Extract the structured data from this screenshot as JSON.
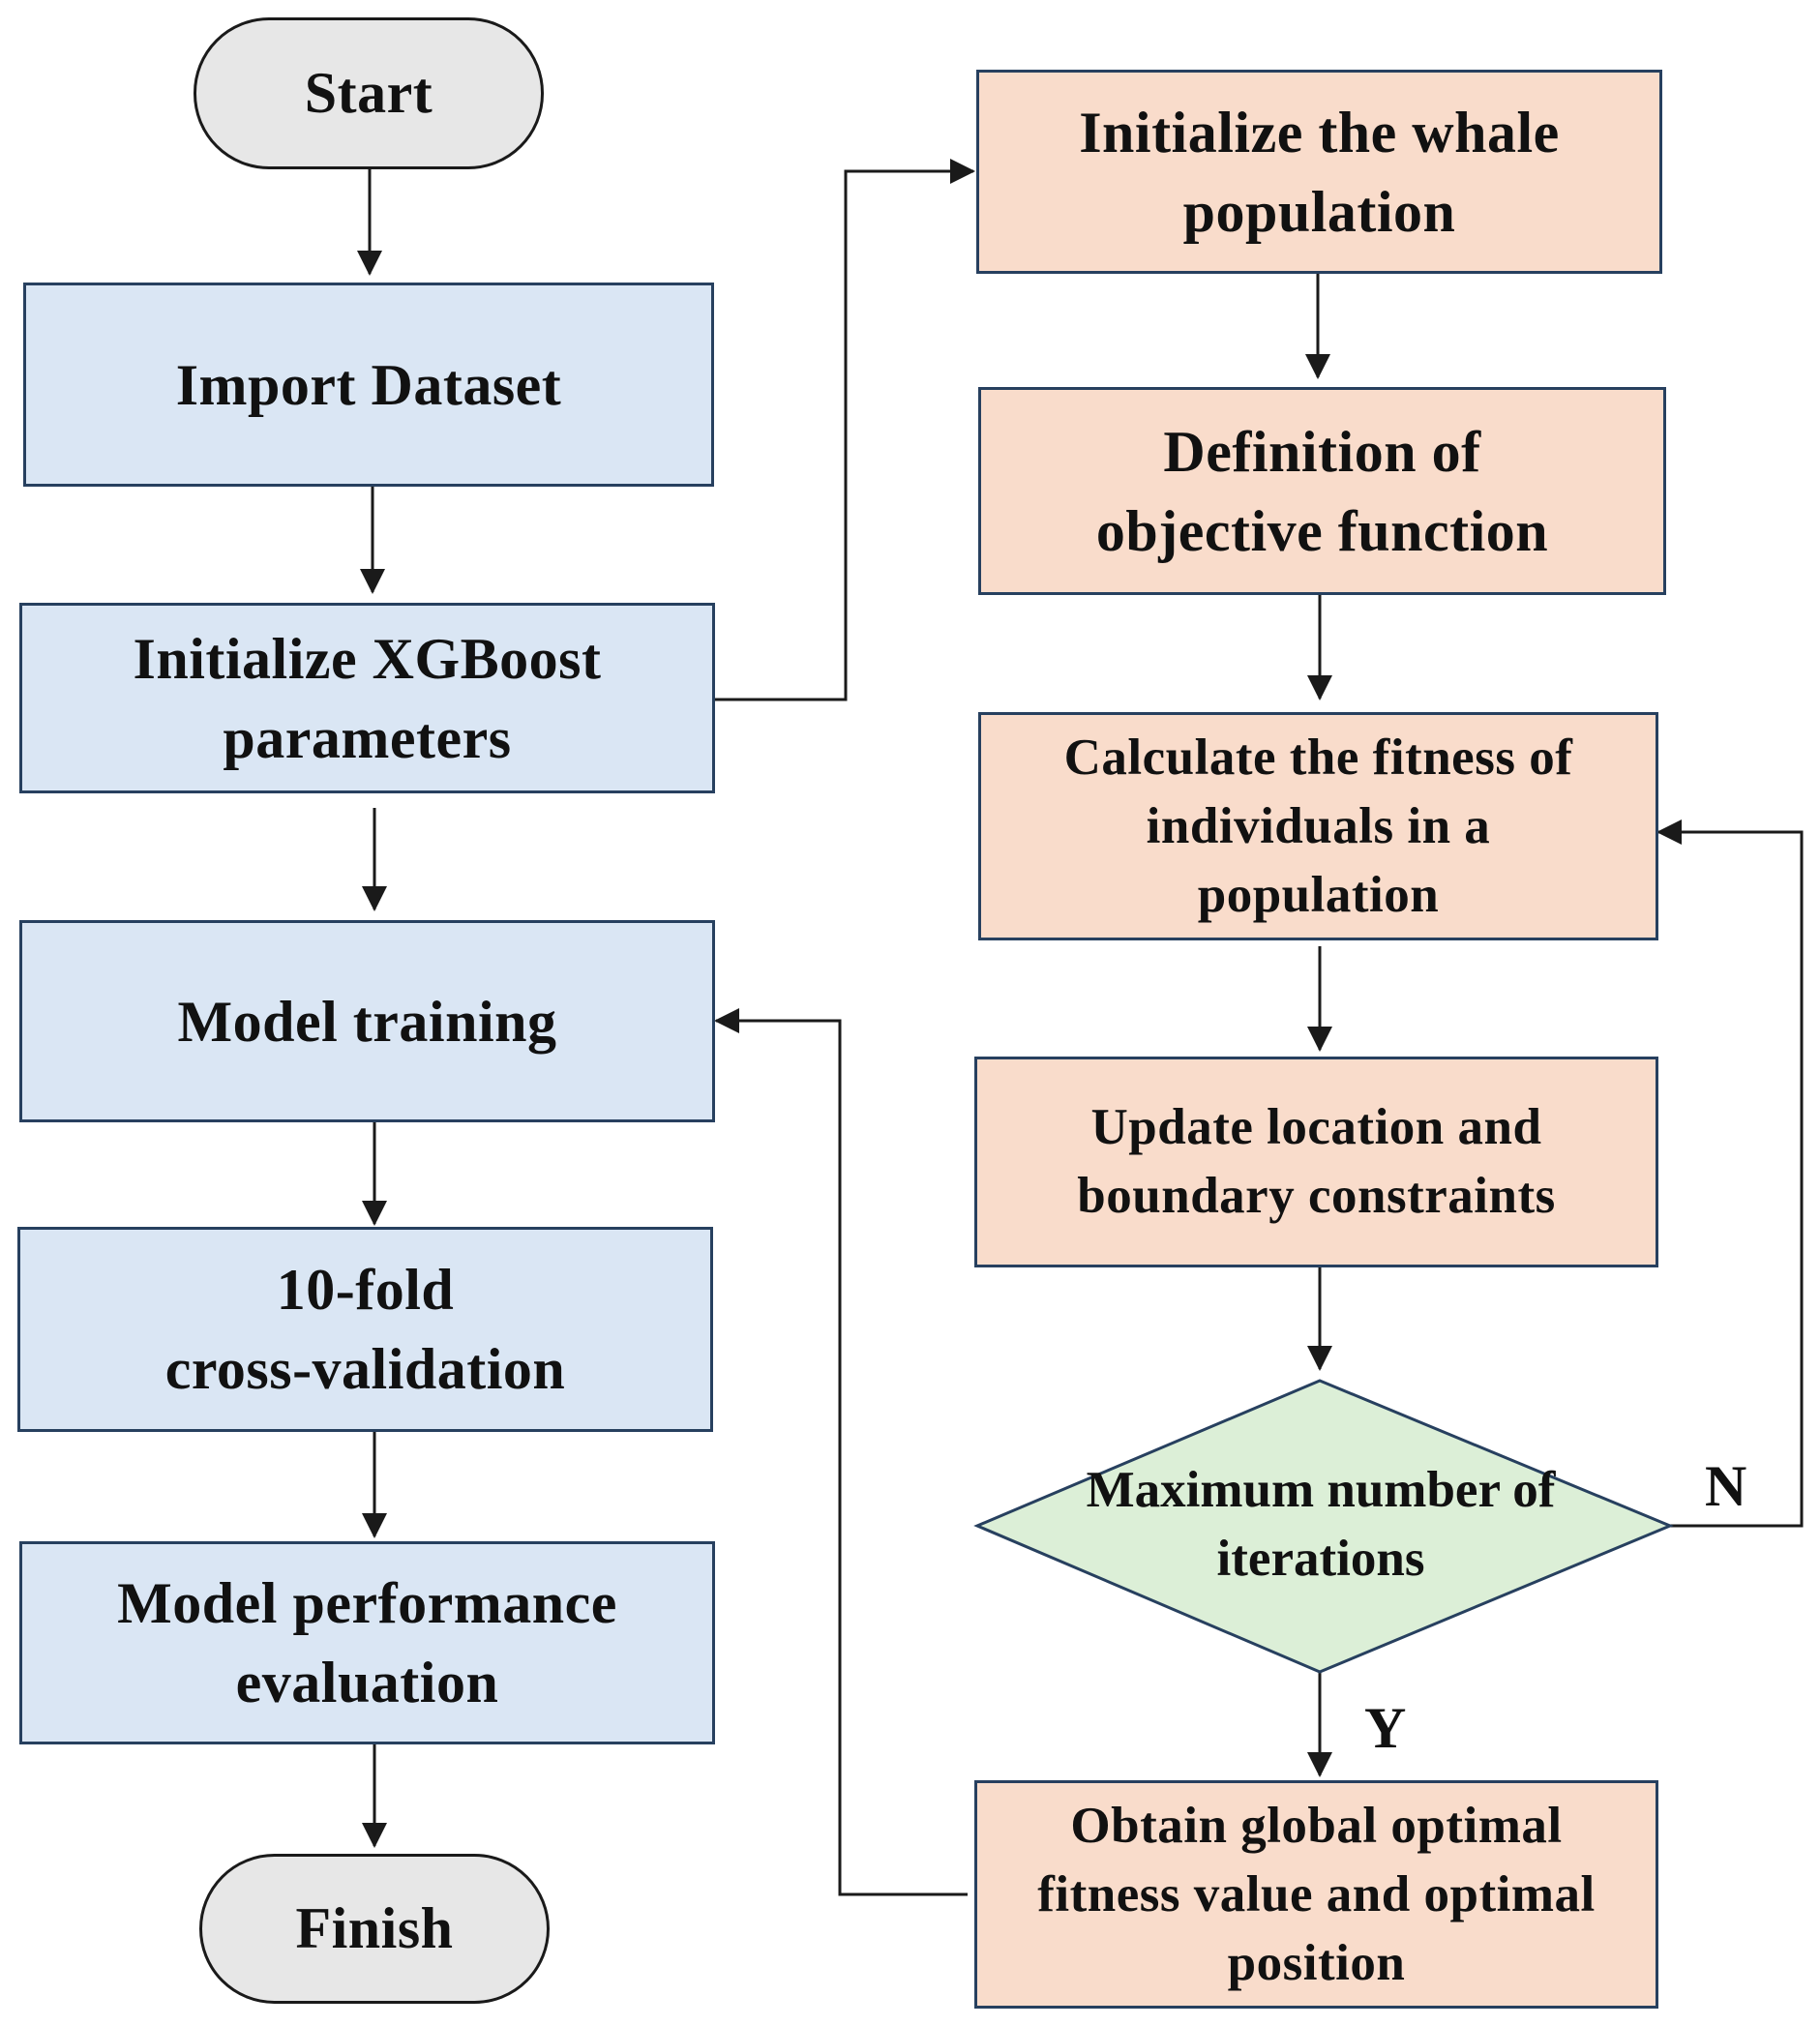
{
  "nodes": {
    "start": "Start",
    "import_dataset": "Import Dataset",
    "init_xgboost": "Initialize XGBoost\nparameters",
    "model_training": "Model training",
    "cross_validation": "10-fold\ncross-validation",
    "performance_evaluation": "Model performance\nevaluation",
    "finish": "Finish",
    "init_whale": "Initialize the whale\npopulation",
    "objective_function": "Definition of\nobjective function",
    "calc_fitness": "Calculate the fitness of\nindividuals in a\npopulation",
    "update_location": "Update location and\nboundary constraints",
    "max_iterations": "Maximum number of\niterations",
    "obtain_optimal": "Obtain global optimal\nfitness value and optimal\nposition"
  },
  "edge_labels": {
    "no": "N",
    "yes": "Y"
  },
  "colors": {
    "terminal_fill": "#e7e7e7",
    "process_fill_left": "#dae6f4",
    "process_fill_right": "#f9dccb",
    "decision_fill": "#dcefd7",
    "border": "#27405f",
    "line": "#1a1a1a"
  }
}
